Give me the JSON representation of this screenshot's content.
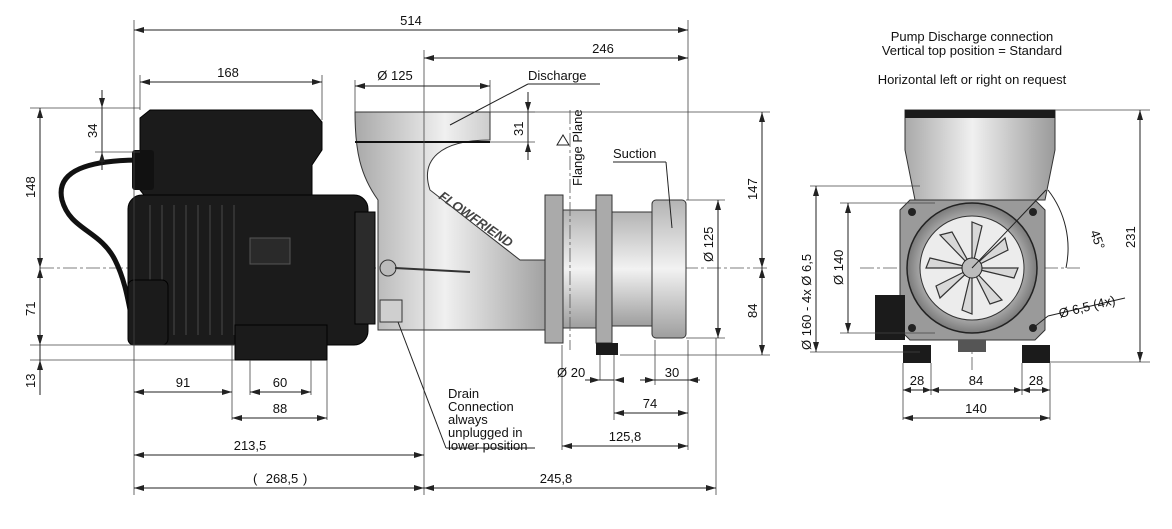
{
  "side_view": {
    "dims": {
      "overall_length": "514",
      "discharge_offset": "246",
      "motor_box_length": "168",
      "discharge_diameter": "Ø 125",
      "box_height": "34",
      "motor_height_upper": "148",
      "motor_height_lower": "71",
      "foot_height": "13",
      "discharge_flange_height": "31",
      "suction_diameter": "Ø 125",
      "suction_height_upper": "147",
      "suction_height_lower": "84",
      "dim_91": "91",
      "dim_60": "60",
      "dim_88": "88",
      "dim_213_5": "213,5",
      "dim_268_5": "268,5",
      "dim_245_8": "245,8",
      "drain_diameter": "Ø 20",
      "dim_30": "30",
      "dim_74": "74",
      "dim_125_8": "125,8"
    },
    "labels": {
      "discharge": "Discharge",
      "flange_plane": "Flange Plane",
      "suction": "Suction",
      "brand": "FLOWFRIEND",
      "drain_note": [
        "Drain",
        "Connection",
        "always",
        "unplugged in",
        "lower position"
      ]
    }
  },
  "front_view": {
    "notes": [
      "Pump Discharge connection",
      "Vertical top position = Standard",
      "Horizontal left or right on request"
    ],
    "dims": {
      "overall_height": "231",
      "bolt_circle": "Ø 160 - 4x Ø 6,5",
      "inner_diameter": "Ø 140",
      "hole_spec": "Ø 6,5 (4x)",
      "angle": "45°",
      "foot_left": "28",
      "foot_center": "84",
      "foot_right": "28",
      "base_width": "140"
    }
  },
  "colors": {
    "motor": "#1b1b1b",
    "pump_casing": "#cfcfcf",
    "lines": "#222222"
  }
}
